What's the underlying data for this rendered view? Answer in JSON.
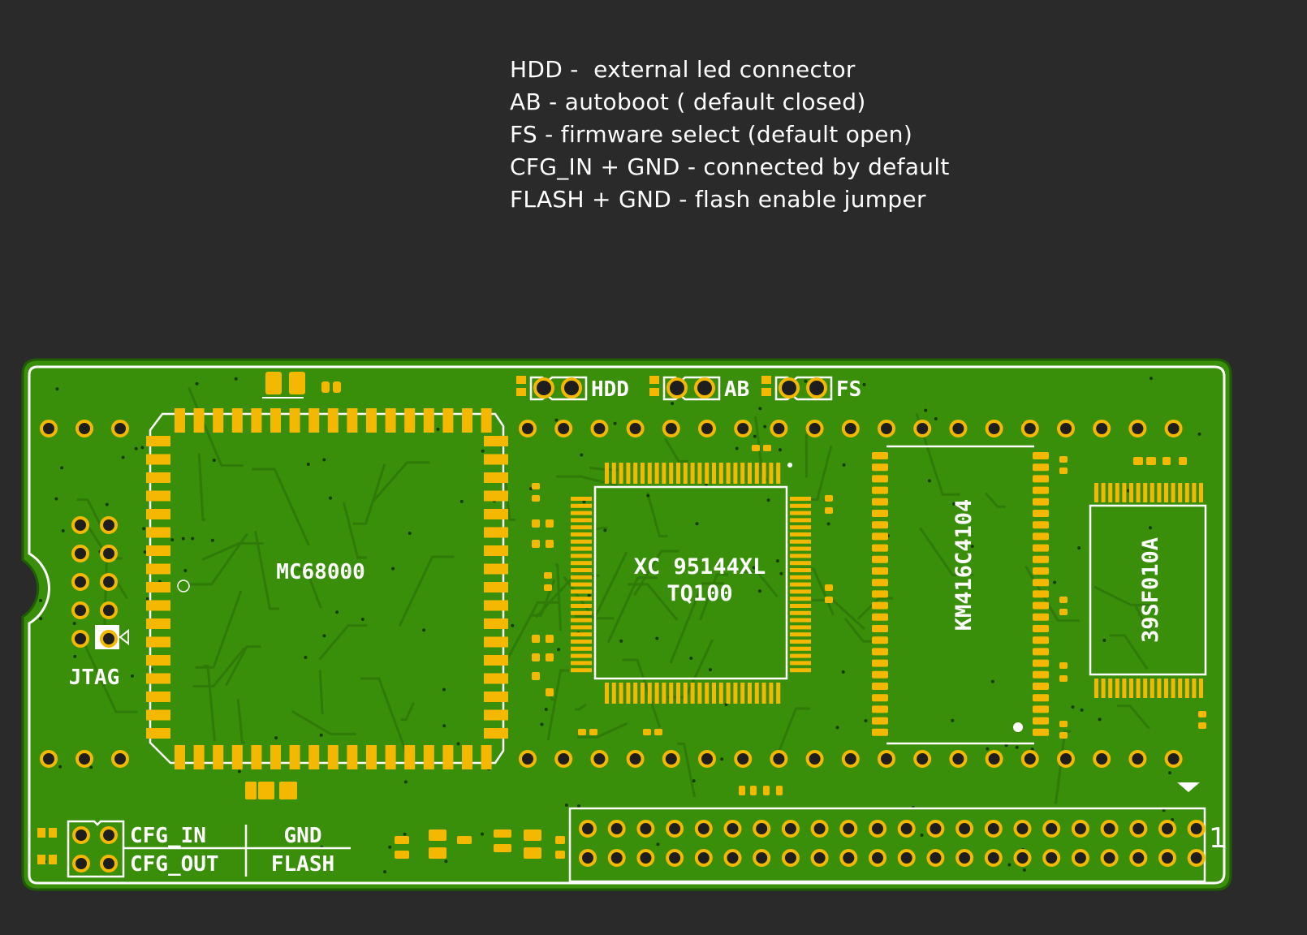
{
  "notes": [
    "HDD -  external led connector",
    "AB - autoboot ( default closed)",
    "FS - firmware select (default open)",
    "CFG_IN + GND - connected by default",
    "FLASH + GND - flash enable jumper"
  ],
  "board": {
    "colors": {
      "background": "#2a2a2a",
      "board_green": "#3a8f0a",
      "trace_green": "#2f7a08",
      "copper_gold": "#f5b800",
      "silkscreen": "#ffffff",
      "drill": "#1e1e1e"
    },
    "jumpers_top": [
      {
        "label": "HDD"
      },
      {
        "label": "AB"
      },
      {
        "label": "FS"
      }
    ],
    "chips": [
      {
        "label": "MC68000"
      },
      {
        "label_line1": "XC 95144XL",
        "label_line2": "TQ100"
      },
      {
        "label": "KM416C4104"
      },
      {
        "label": "39SF010A"
      }
    ],
    "jtag_label": "JTAG",
    "cfg_table": {
      "row1_left": "CFG_IN",
      "row1_right": "GND",
      "row2_left": "CFG_OUT",
      "row2_right": "FLASH"
    },
    "header_pin1_label": "1"
  }
}
